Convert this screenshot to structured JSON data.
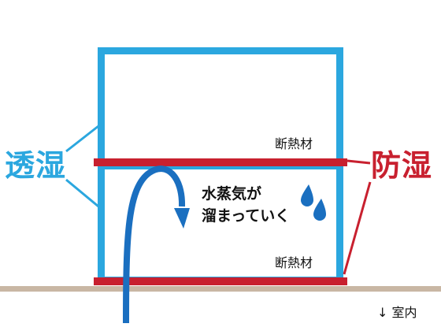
{
  "labels": {
    "breathable": "透湿",
    "moisture_proof": "防湿",
    "insulation_upper": "断熱材",
    "insulation_lower": "断熱材",
    "vapor_line1": "水蒸気が",
    "vapor_line2": "溜まっていく",
    "indoor": "室内"
  },
  "icons": {
    "indoor_arrow": "↓",
    "droplets": "water-drops-icon"
  },
  "colors": {
    "breathable": "#2ba7df",
    "moisture_proof": "#c8202f",
    "vapor_arrow": "#1a6fc0",
    "floor": "#c9b7a4",
    "text": "#111111"
  }
}
